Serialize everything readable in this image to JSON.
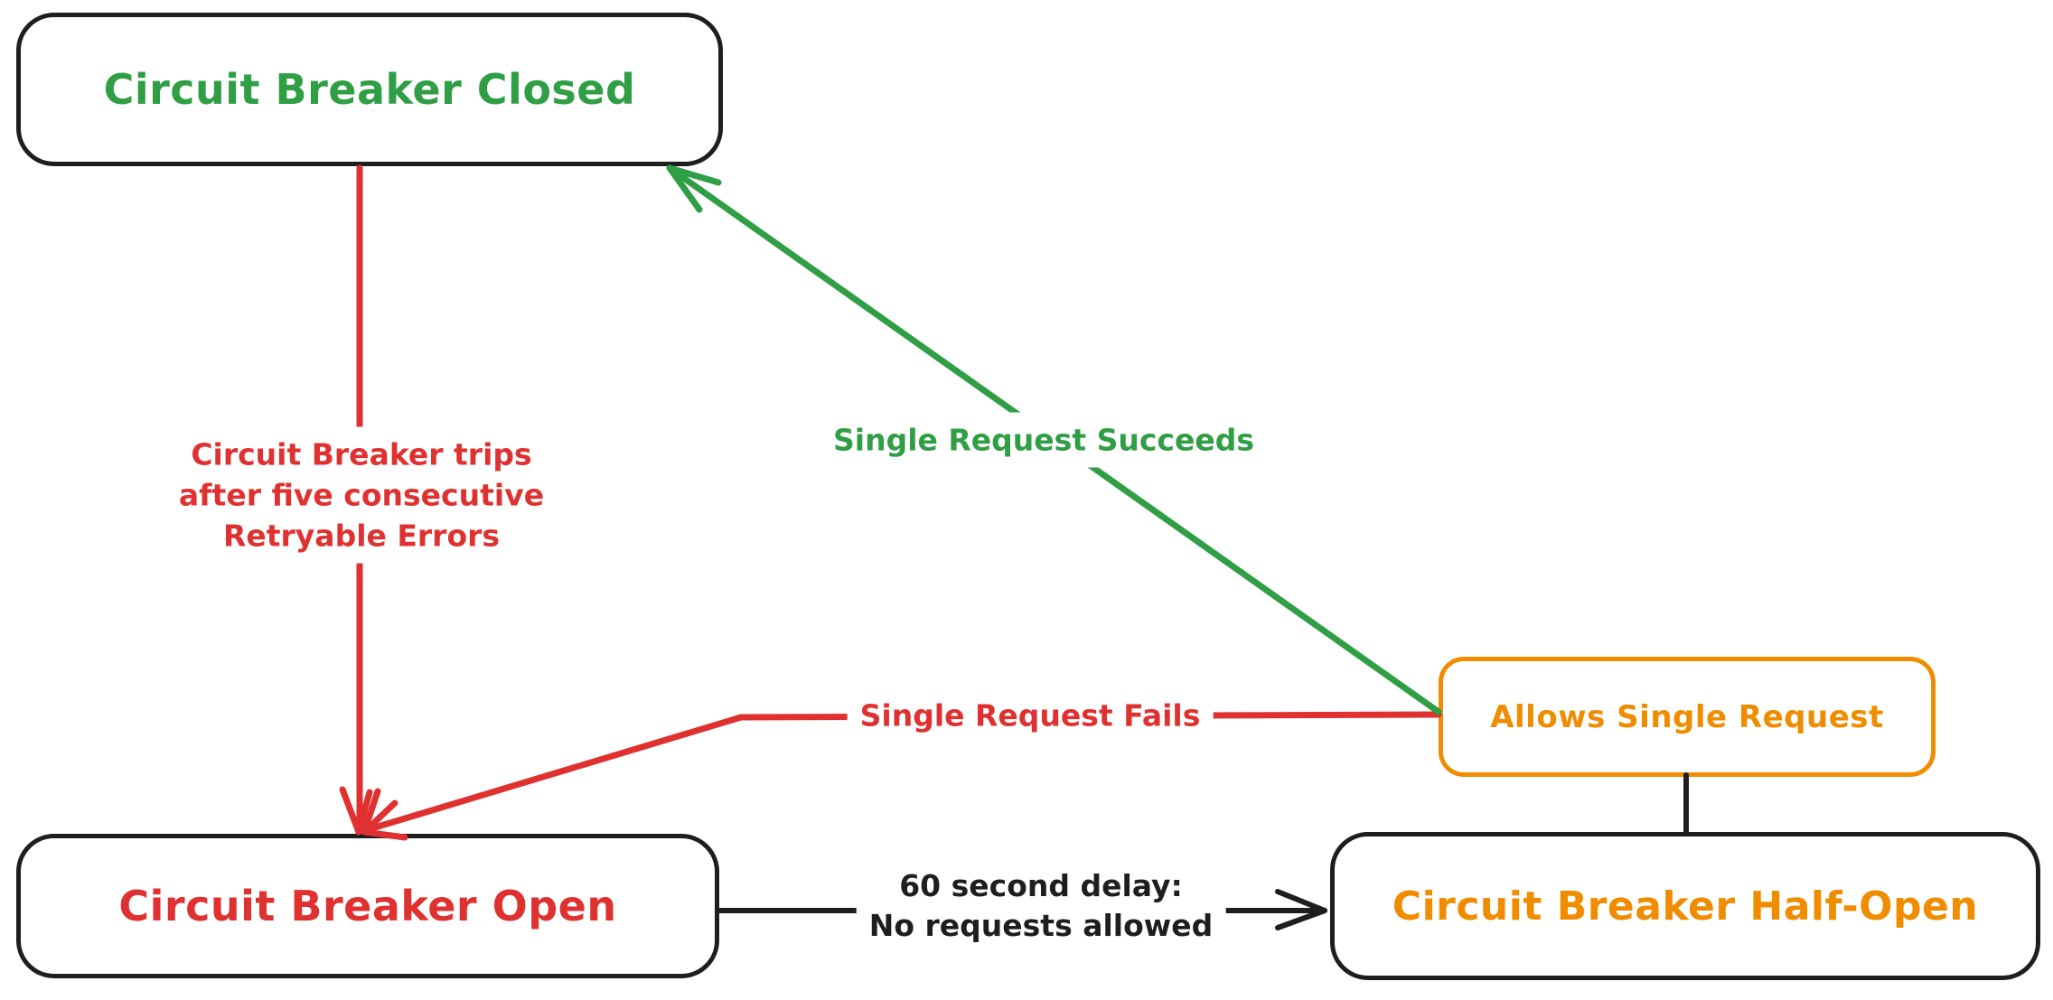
{
  "diagram": {
    "type": "state-machine",
    "subject": "Circuit Breaker pattern",
    "style": "hand-drawn whiteboard (excalidraw-like)"
  },
  "nodes": {
    "closed": {
      "label": "Circuit Breaker Closed",
      "text_color": "#2f9e44",
      "border_color": "#1e1e1e"
    },
    "open": {
      "label": "Circuit Breaker Open",
      "text_color": "#e03131",
      "border_color": "#1e1e1e"
    },
    "half_open": {
      "label": "Circuit Breaker Half-Open",
      "text_color": "#f08c00",
      "border_color": "#1e1e1e"
    },
    "allows": {
      "label": "Allows Single Request",
      "text_color": "#f08c00",
      "border_color": "#f08c00"
    }
  },
  "edges": {
    "trip": {
      "from": "closed",
      "to": "open",
      "color": "#e03131",
      "label_lines": [
        "Circuit Breaker trips",
        "after five consecutive",
        "Retryable Errors"
      ]
    },
    "succeeds": {
      "from": "allows",
      "to": "closed",
      "color": "#2f9e44",
      "label": "Single Request Succeeds"
    },
    "fails": {
      "from": "allows",
      "to": "open",
      "color": "#e03131",
      "label": "Single Request Fails"
    },
    "delay": {
      "from": "open",
      "to": "half_open",
      "color": "#1e1e1e",
      "label_lines": [
        "60 second delay:",
        "No requests allowed"
      ]
    },
    "connector": {
      "from": "allows",
      "to": "half_open",
      "color": "#1e1e1e",
      "label": ""
    }
  },
  "colors": {
    "green": "#2f9e44",
    "red": "#e03131",
    "orange": "#f08c00",
    "ink": "#1e1e1e",
    "background": "#ffffff"
  }
}
